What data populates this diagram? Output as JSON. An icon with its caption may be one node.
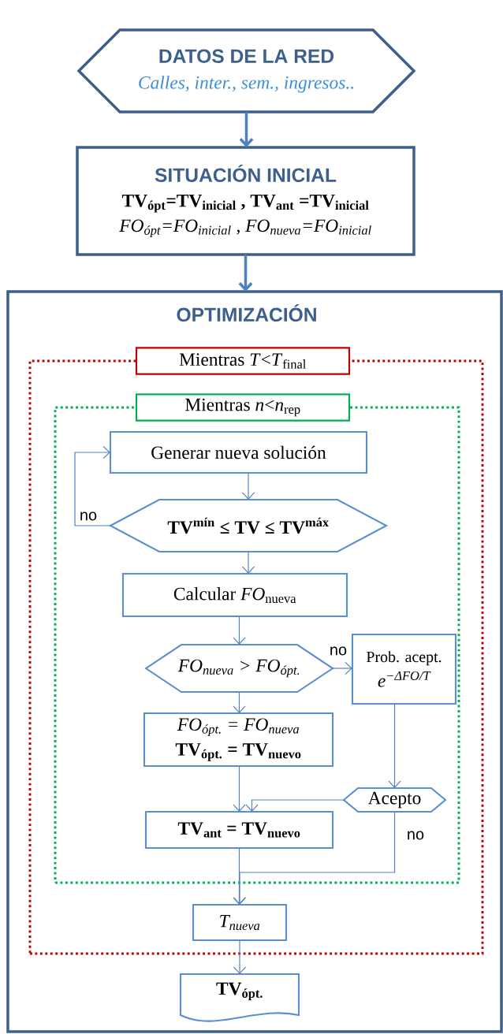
{
  "diagram": {
    "nodes": [
      {
        "text": [
          "DATOS DE LA RED",
          "Calles, inter., sem., ingresos.."
        ]
      },
      {
        "text": [
          "SITUACIÓN INICIAL",
          "TV$_{ópt}$=TV$_{inicial}$ , TV$_{ant}$ =TV$_{inicial}$",
          "FO$_{ópt}$=FO$_{inicial}$ , FO$_{nueva}$=FO$_{inicial}$"
        ]
      },
      {
        "text": [
          "OPTIMIZACIÓN"
        ]
      },
      {
        "text": [
          "Mientras *T*<*T*$_{final}$"
        ],
        "in": 2
      },
      {
        "text": [
          "Mientras *n*<*n*$_{rep}$"
        ],
        "in": 3
      },
      {
        "text": [
          "Generar nueva solución"
        ],
        "in": 4
      },
      {
        "text": [
          "TV$^{mín}$ ≤ TV ≤ TV$^{máx}$"
        ],
        "in": 4
      },
      {
        "text": [
          "Calcular *FO*$_{nueva}$"
        ],
        "in": 4
      },
      {
        "text": [
          "FO$_{nueva}$ > FO$_{ópt.}$"
        ],
        "in": 4
      },
      {
        "text": [
          "Prob. acept.",
          "e$^{−ΔFO/T}$"
        ],
        "in": 4
      },
      {
        "text": [
          "FO$_{ópt.}$ = FO$_{nueva}$",
          "TV$_{ópt.}$ = TV$_{nuevo}$"
        ],
        "in": 4
      },
      {
        "text": [
          "Acepto"
        ],
        "in": 4
      },
      {
        "text": [
          "TV$_{ant}$ = TV$_{nuevo}$"
        ],
        "in": 4
      },
      {
        "text": [
          "T$_{nueva}$"
        ],
        "in": 3
      },
      {
        "text": [
          "TV$_{ópt.}$"
        ],
        "in": 2
      }
    ],
    "edges": [
      {
        "from": 0,
        "to": 1,
        "arrow": "to",
        "style": "thick"
      },
      {
        "from": 1,
        "to": 2,
        "arrow": "to",
        "style": "thick"
      },
      {
        "from": 5,
        "to": 6,
        "arrow": "to"
      },
      {
        "from": 6,
        "to": 5,
        "arrow": "to",
        "label": "no"
      },
      {
        "from": 6,
        "to": 7,
        "arrow": "to"
      },
      {
        "from": 7,
        "to": 8,
        "arrow": "to"
      },
      {
        "from": 8,
        "to": 9,
        "arrow": "to",
        "label": "no"
      },
      {
        "from": 8,
        "to": 10,
        "arrow": "to"
      },
      {
        "from": 9,
        "to": 11,
        "arrow": "to"
      },
      {
        "from": 11,
        "to": 12,
        "arrow": "to"
      },
      {
        "from": 10,
        "to": 12,
        "arrow": "to"
      },
      {
        "from": 12,
        "to": 13,
        "arrow": "to"
      },
      {
        "from": 11,
        "to": 13,
        "arrow": "to",
        "label": "no"
      },
      {
        "from": 13,
        "to": 14,
        "arrow": "to"
      }
    ]
  }
}
